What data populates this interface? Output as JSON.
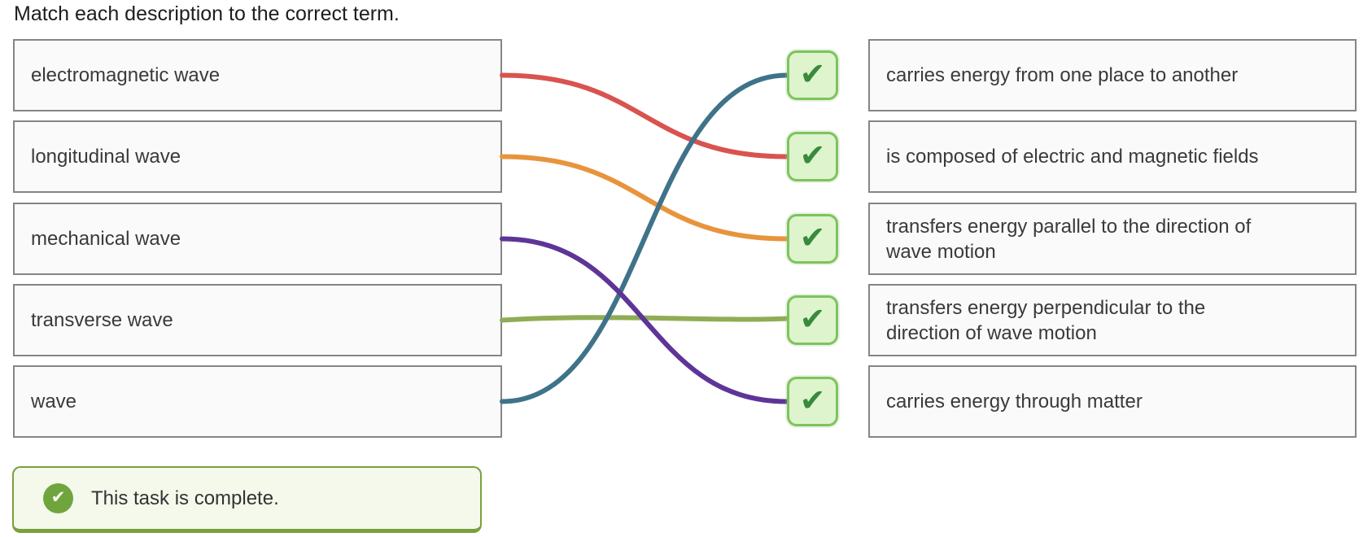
{
  "title": "Match each description to the correct term.",
  "terms": [
    {
      "label": "electromagnetic wave"
    },
    {
      "label": "longitudinal wave"
    },
    {
      "label": "mechanical wave"
    },
    {
      "label": "transverse wave"
    },
    {
      "label": "wave"
    }
  ],
  "descriptions": [
    {
      "text": "carries energy from one place to another"
    },
    {
      "text": "is composed of electric and magnetic fields"
    },
    {
      "text": "transfers energy parallel to the direction of\nwave motion"
    },
    {
      "text": "transfers energy perpendicular to the\ndirection of wave motion"
    },
    {
      "text": "carries energy through matter"
    }
  ],
  "connections": [
    {
      "term": 0,
      "description": 1,
      "color": "#d9534f"
    },
    {
      "term": 1,
      "description": 2,
      "color": "#e8943d"
    },
    {
      "term": 3,
      "description": 3,
      "color": "#8fad55"
    },
    {
      "term": 4,
      "description": 0,
      "color": "#3f7389"
    },
    {
      "term": 2,
      "description": 4,
      "color": "#5e3597"
    }
  ],
  "checkboxes": {
    "glyph": "✔",
    "state": "correct"
  },
  "status": {
    "message": "This task is complete.",
    "glyph": "✔"
  },
  "ui_colors": {
    "box_bg": "#fafafa",
    "box_border": "#858585",
    "text_color": "#3a3a3a",
    "checkbox_bg": "#ddf4cc",
    "checkbox_border": "#7dc35f",
    "check_color": "#3a8a3d",
    "banner_bg": "#f4f9eb",
    "banner_border": "#7aa03c",
    "banner_icon_bg": "#70a53d"
  }
}
